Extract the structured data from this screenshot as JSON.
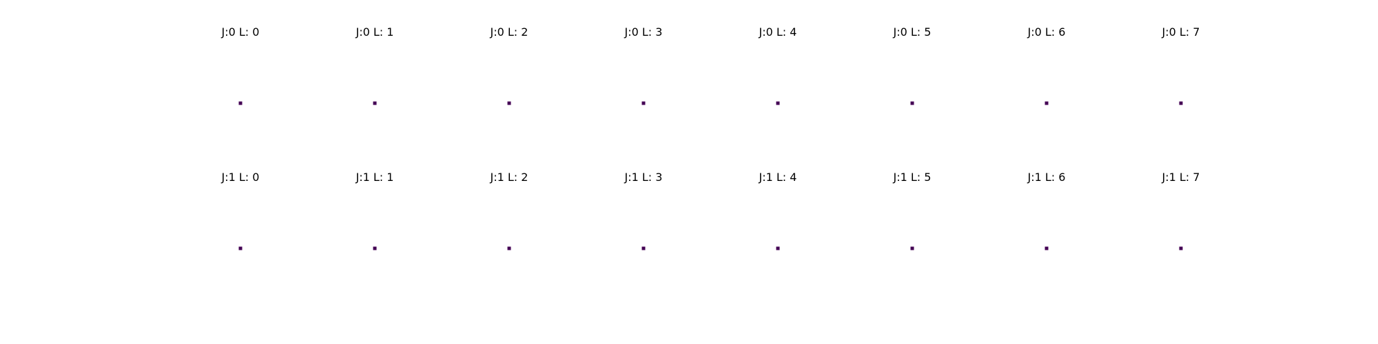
{
  "chart_data": {
    "type": "heatmap",
    "layout": {
      "rows": 2,
      "cols": 8
    },
    "axes_visible": false,
    "colormap": "viridis",
    "marker_color": "#440154",
    "panels": [
      {
        "title": "J:0 L: 0",
        "j": 0,
        "l": 0,
        "values": [
          [
            0
          ]
        ]
      },
      {
        "title": "J:0 L: 1",
        "j": 0,
        "l": 1,
        "values": [
          [
            0
          ]
        ]
      },
      {
        "title": "J:0 L: 2",
        "j": 0,
        "l": 2,
        "values": [
          [
            0
          ]
        ]
      },
      {
        "title": "J:0 L: 3",
        "j": 0,
        "l": 3,
        "values": [
          [
            0
          ]
        ]
      },
      {
        "title": "J:0 L: 4",
        "j": 0,
        "l": 4,
        "values": [
          [
            0
          ]
        ]
      },
      {
        "title": "J:0 L: 5",
        "j": 0,
        "l": 5,
        "values": [
          [
            0
          ]
        ]
      },
      {
        "title": "J:0 L: 6",
        "j": 0,
        "l": 6,
        "values": [
          [
            0
          ]
        ]
      },
      {
        "title": "J:0 L: 7",
        "j": 0,
        "l": 7,
        "values": [
          [
            0
          ]
        ]
      },
      {
        "title": "J:1 L: 0",
        "j": 1,
        "l": 0,
        "values": [
          [
            0
          ]
        ]
      },
      {
        "title": "J:1 L: 1",
        "j": 1,
        "l": 1,
        "values": [
          [
            0
          ]
        ]
      },
      {
        "title": "J:1 L: 2",
        "j": 1,
        "l": 2,
        "values": [
          [
            0
          ]
        ]
      },
      {
        "title": "J:1 L: 3",
        "j": 1,
        "l": 3,
        "values": [
          [
            0
          ]
        ]
      },
      {
        "title": "J:1 L: 4",
        "j": 1,
        "l": 4,
        "values": [
          [
            0
          ]
        ]
      },
      {
        "title": "J:1 L: 5",
        "j": 1,
        "l": 5,
        "values": [
          [
            0
          ]
        ]
      },
      {
        "title": "J:1 L: 6",
        "j": 1,
        "l": 6,
        "values": [
          [
            0
          ]
        ]
      },
      {
        "title": "J:1 L: 7",
        "j": 1,
        "l": 7,
        "values": [
          [
            0
          ]
        ]
      }
    ]
  }
}
